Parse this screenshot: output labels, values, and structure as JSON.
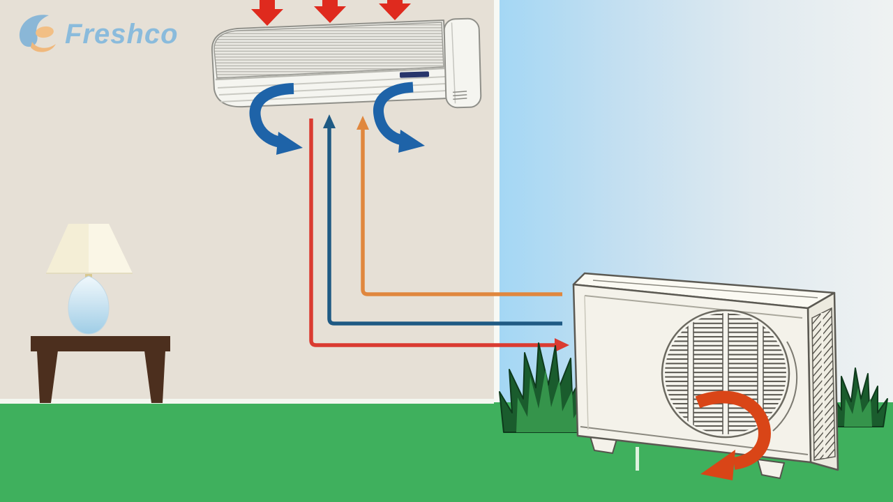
{
  "logo": {
    "text": "Freshco",
    "icon": "freshco-circle-swirl-icon",
    "colors": {
      "text": "#8abbdc",
      "icon_blue": "#7fb3d7",
      "icon_orange": "#f2bf85"
    }
  },
  "scene": {
    "background": {
      "indoor_wall": "#e6e0d6",
      "wall_edge_strip": "#f7f9f5",
      "sky_gradient": [
        "#a4d7f4",
        "#eff2f2"
      ],
      "grass": "#3fb05d",
      "skirting_line": "#f4f7f0"
    },
    "indoor": {
      "ac_unit": {
        "name": "indoor-wall-unit",
        "body_color": "#f5f5f0",
        "brand_plate_color": "#27356b"
      },
      "furniture": {
        "table_color": "#4c2f1e",
        "lamp_shade_color": "#f4eed6",
        "lamp_base_gradient": [
          "#f0f8fc",
          "#9fcde6"
        ]
      }
    },
    "outdoor": {
      "condenser_unit": {
        "name": "outdoor-condenser-unit",
        "body_color": "#f4f2ea",
        "fan_grille_color": "#55534c"
      },
      "exhaust_arrow_color": "#d94517",
      "plants": {
        "count": 2,
        "color": "#1a5c2d"
      },
      "drain_pipe_color": "#dff2df"
    },
    "airflow": {
      "intake_arrows": {
        "count": 3,
        "color": "#df2a1e",
        "direction": "down-into-unit"
      },
      "circulation_arrows": {
        "count": 2,
        "color": "#1e63a8",
        "direction": "out-of-unit"
      },
      "refrigerant_lines": [
        {
          "color": "#da3b31",
          "route": "indoor-to-outdoor",
          "arrowhead": "right-at-outdoor-unit"
        },
        {
          "color": "#1f5a84",
          "route": "outdoor-to-indoor",
          "arrowhead": "up-at-indoor-unit"
        },
        {
          "color": "#e0873e",
          "route": "outdoor-to-indoor",
          "arrowhead": "up-at-indoor-unit"
        }
      ]
    }
  }
}
